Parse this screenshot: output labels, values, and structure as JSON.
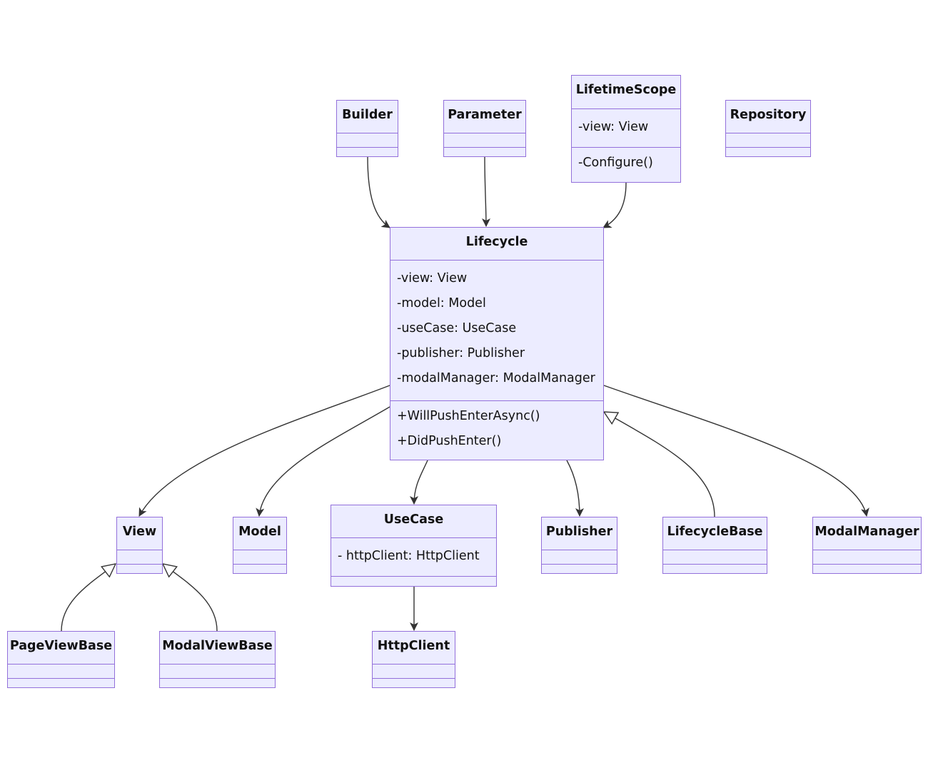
{
  "diagram": {
    "classes": {
      "builder": {
        "name": "Builder",
        "attributes": [],
        "methods": []
      },
      "parameter": {
        "name": "Parameter",
        "attributes": [],
        "methods": []
      },
      "lifetime_scope": {
        "name": "LifetimeScope",
        "attributes": [
          "-view: View"
        ],
        "methods": [
          "-Configure()"
        ]
      },
      "repository": {
        "name": "Repository",
        "attributes": [],
        "methods": []
      },
      "lifecycle": {
        "name": "Lifecycle",
        "attributes": [
          "-view: View",
          "-model: Model",
          "-useCase: UseCase",
          "-publisher: Publisher",
          "-modalManager: ModalManager"
        ],
        "methods": [
          "+WillPushEnterAsync()",
          "+DidPushEnter()"
        ]
      },
      "view": {
        "name": "View",
        "attributes": [],
        "methods": []
      },
      "model": {
        "name": "Model",
        "attributes": [],
        "methods": []
      },
      "use_case": {
        "name": "UseCase",
        "attributes": [
          "- httpClient: HttpClient"
        ],
        "methods": []
      },
      "publisher": {
        "name": "Publisher",
        "attributes": [],
        "methods": []
      },
      "lifecycle_base": {
        "name": "LifecycleBase",
        "attributes": [],
        "methods": []
      },
      "modal_manager": {
        "name": "ModalManager",
        "attributes": [],
        "methods": []
      },
      "page_view_base": {
        "name": "PageViewBase",
        "attributes": [],
        "methods": []
      },
      "modal_view_base": {
        "name": "ModalViewBase",
        "attributes": [],
        "methods": []
      },
      "http_client": {
        "name": "HttpClient",
        "attributes": [],
        "methods": []
      }
    },
    "relations": [
      {
        "from": "builder",
        "to": "lifecycle",
        "type": "association"
      },
      {
        "from": "parameter",
        "to": "lifecycle",
        "type": "association"
      },
      {
        "from": "lifetime_scope",
        "to": "lifecycle",
        "type": "association"
      },
      {
        "from": "lifecycle",
        "to": "view",
        "type": "association"
      },
      {
        "from": "lifecycle",
        "to": "model",
        "type": "association"
      },
      {
        "from": "lifecycle",
        "to": "use_case",
        "type": "association"
      },
      {
        "from": "lifecycle",
        "to": "publisher",
        "type": "association"
      },
      {
        "from": "lifecycle_base",
        "to": "lifecycle",
        "type": "inheritance"
      },
      {
        "from": "lifecycle",
        "to": "modal_manager",
        "type": "association"
      },
      {
        "from": "page_view_base",
        "to": "view",
        "type": "inheritance"
      },
      {
        "from": "modal_view_base",
        "to": "view",
        "type": "inheritance"
      },
      {
        "from": "use_case",
        "to": "http_client",
        "type": "association"
      }
    ]
  }
}
